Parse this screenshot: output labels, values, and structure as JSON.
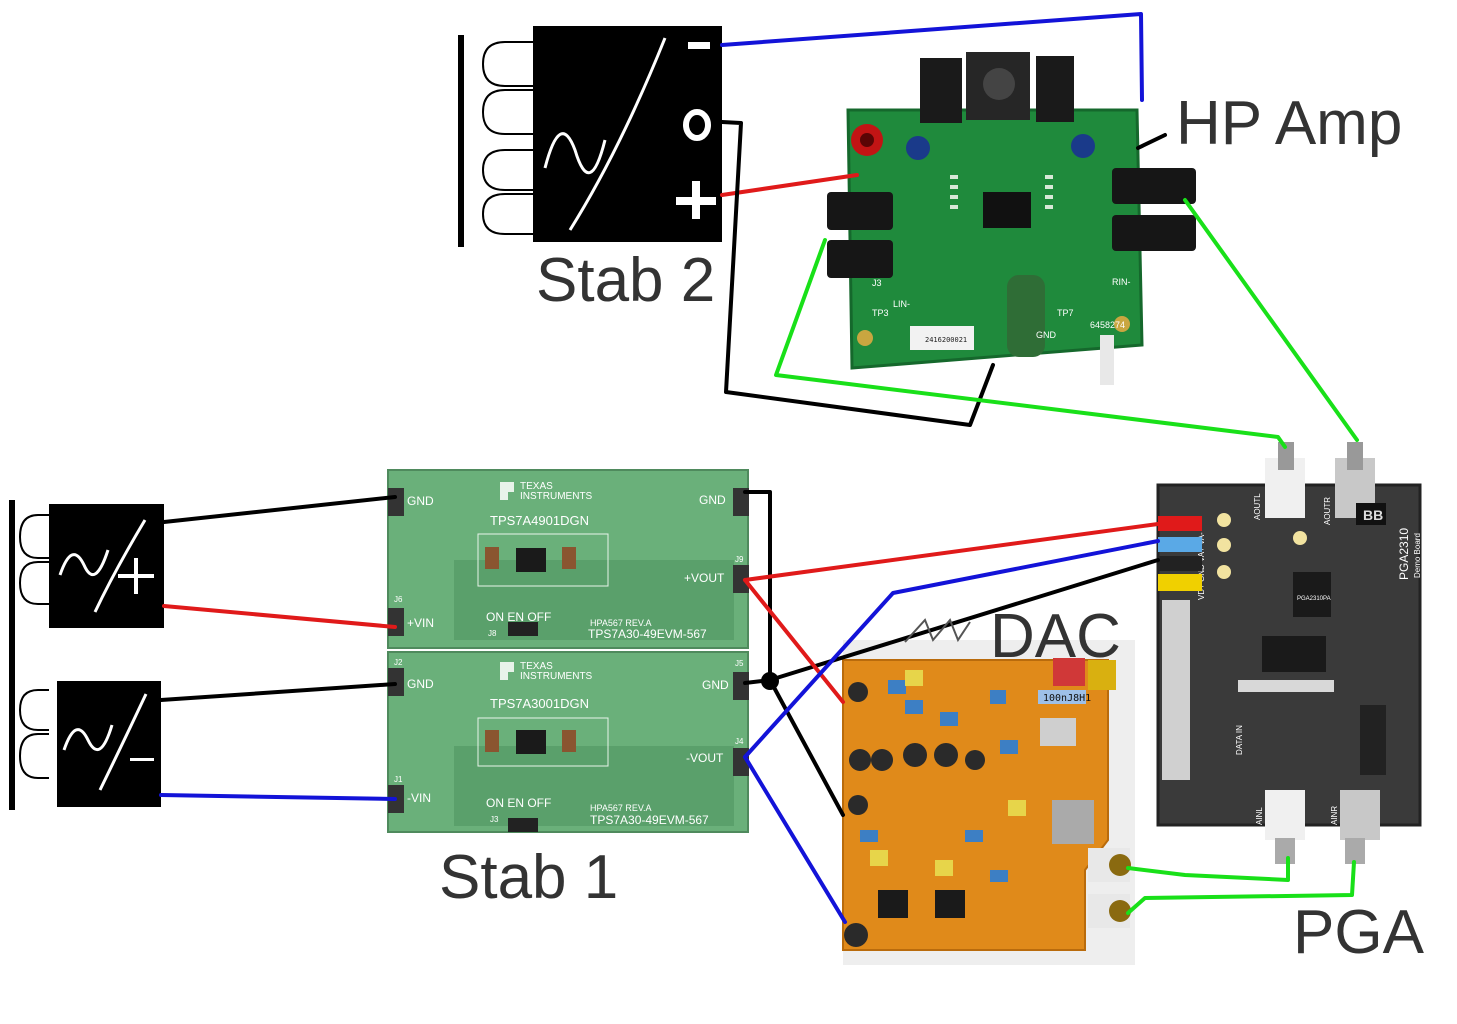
{
  "labels": {
    "stab2": "Stab 2",
    "hp_amp": "HP Amp",
    "stab1": "Stab 1",
    "dac": "DAC",
    "pga": "PGA"
  },
  "stab1_board": {
    "brand_line1": "TEXAS",
    "brand_line2": "INSTRUMENTS",
    "top_part": "TPS7A4901DGN",
    "bottom_part": "TPS7A3001DGN",
    "top_gnd_left": "GND",
    "top_vin": "+VIN",
    "top_gnd_right": "GND",
    "top_vout": "+VOUT",
    "bottom_gnd_left": "GND",
    "bottom_vin": "-VIN",
    "bottom_gnd_right": "GND",
    "bottom_vout": "-VOUT",
    "switch_label": "ON EN OFF",
    "revision": "HPA567 REV.A",
    "model": "TPS7A30-49EVM-567",
    "j6": "J6",
    "j8": "J8",
    "j9": "J9",
    "j2": "J2",
    "j1": "J1",
    "j3": "J3",
    "j4": "J4",
    "j5": "J5"
  },
  "hp_amp_board": {
    "silk_lin": "LIN-",
    "silk_rin": "RIN-",
    "silk_gnd": "GND",
    "silk_tp3": "TP3",
    "silk_tp7": "TP7",
    "silk_j3": "J3",
    "board_id": "6458274",
    "sticker": "2416200021"
  },
  "pga_board": {
    "brand": "BB",
    "model": "PGA2310",
    "subtitle": "Demo Board",
    "chip": "PGA2310PA",
    "aoutl": "AOUTL",
    "aoutr": "AOUTR",
    "ainl": "AINL",
    "ainr": "AINR",
    "data_in": "DATA IN",
    "power": "VD+ GND VA+ VA-"
  },
  "dac_board": {
    "cap_label": "100nJ8H1"
  },
  "wire_colors": {
    "black": "#000000",
    "red": "#e01a1a",
    "blue": "#1313d8",
    "green": "#19e019"
  }
}
